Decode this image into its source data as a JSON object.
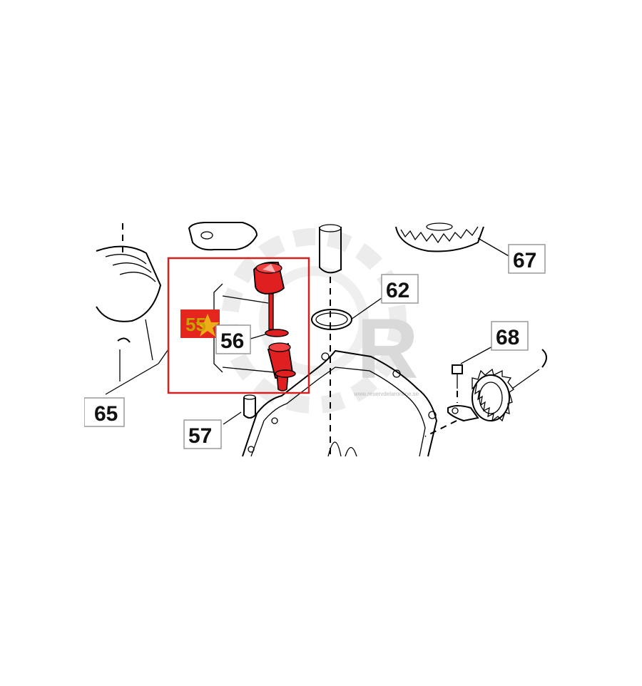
{
  "callouts": {
    "c55": "55",
    "c56": "56",
    "c57": "57",
    "c62": "62",
    "c65": "65",
    "c67": "67",
    "c68": "68"
  },
  "watermark": {
    "letter": "R",
    "site": "www.reservdelaronline.se"
  },
  "colors": {
    "highlight_box": "#d42020",
    "highlight_part": "#e02020",
    "badge_fill": "#e4261f",
    "badge_text": "#c8a200"
  },
  "highlighted_part": "55"
}
